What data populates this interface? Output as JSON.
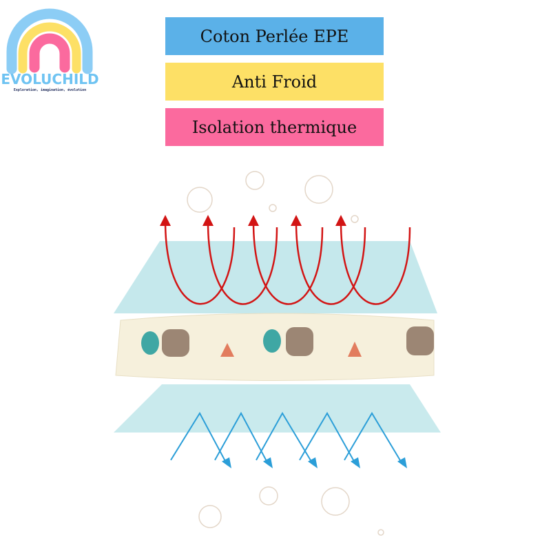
{
  "logo": {
    "brand": "EVOLUCHILD",
    "tagline": "Exploration, imagination, évolution"
  },
  "labels": [
    {
      "text": "Coton Perlée EPE",
      "color": "#5bb1e8"
    },
    {
      "text": "Anti Froid",
      "color": "#fde066"
    },
    {
      "text": "Isolation thermique",
      "color": "#fb6a9e"
    }
  ],
  "colors": {
    "heat": "#d21414",
    "cold": "#2b9ed8",
    "film": "#bfe6ea",
    "mat": "#f6f0dc"
  }
}
